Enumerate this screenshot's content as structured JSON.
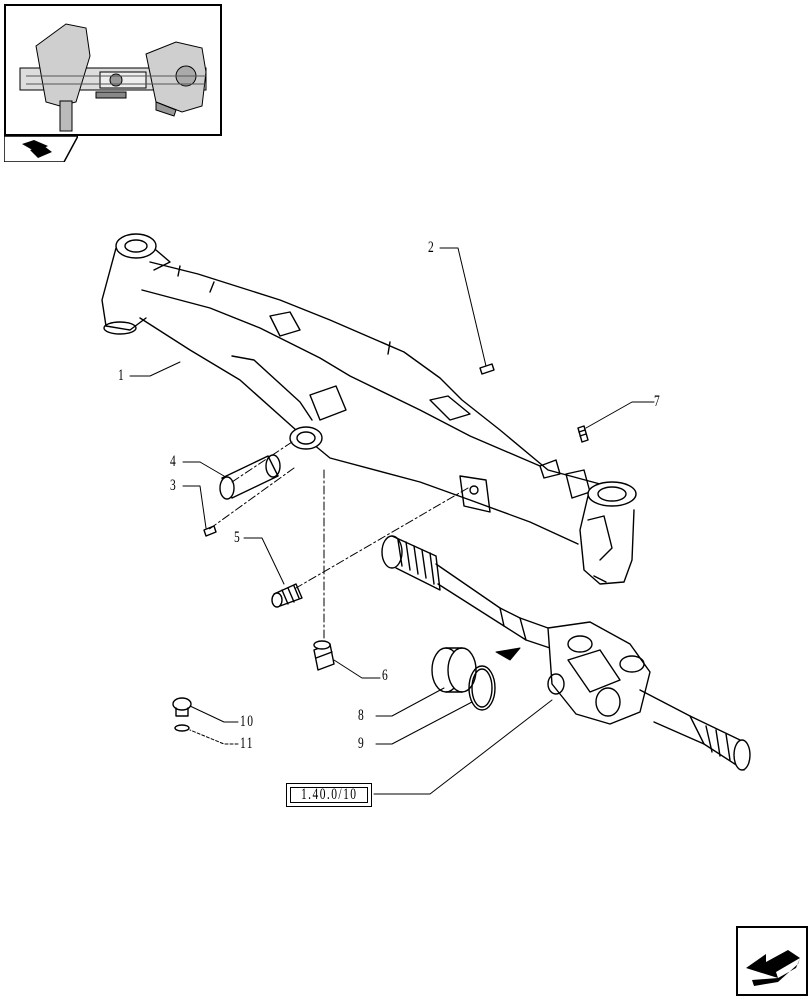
{
  "callouts": {
    "c1": "1",
    "c2": "2",
    "c3": "3",
    "c4": "4",
    "c5": "5",
    "c6": "6",
    "c7": "7",
    "c8": "8",
    "c9": "9",
    "c10": "10",
    "c11": "11"
  },
  "reference": "1.40.0/10",
  "icons": {
    "thumbnail": "axle-assembly-thumbnail",
    "tab": "book-arrow-icon",
    "nav": "arrow-back-icon"
  }
}
